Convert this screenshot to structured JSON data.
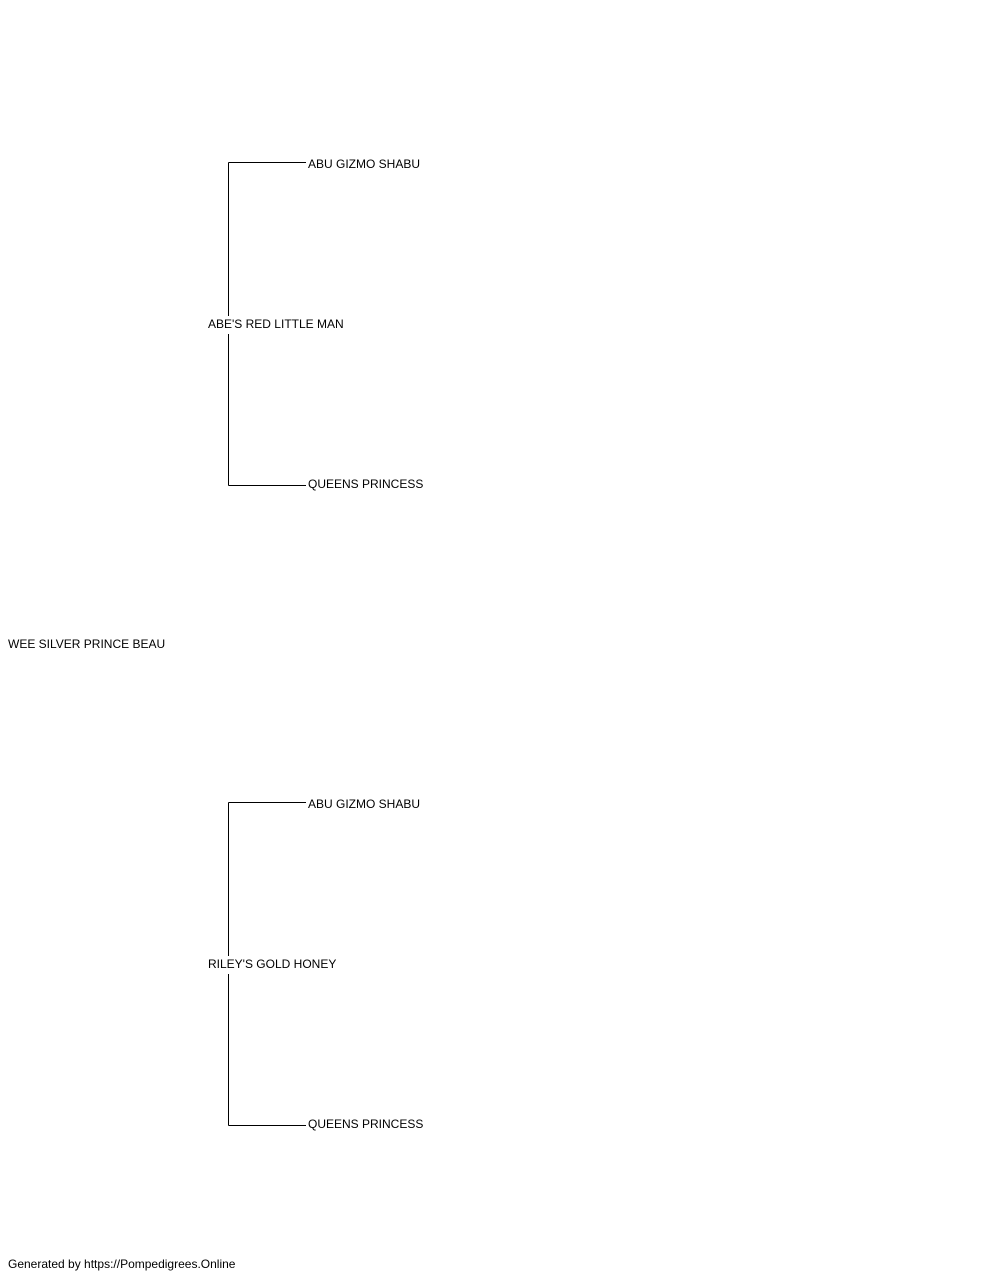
{
  "pedigree": {
    "subject": "WEE SILVER PRINCE BEAU",
    "sire": {
      "name": "ABE'S RED LITTLE MAN",
      "sire": "ABU GIZMO SHABU",
      "dam": "QUEENS PRINCESS"
    },
    "dam": {
      "name": "RILEY'S GOLD HONEY",
      "sire": "ABU GIZMO SHABU",
      "dam": "QUEENS PRINCESS"
    }
  },
  "footer": "Generated by https://Pompedigrees.Online"
}
